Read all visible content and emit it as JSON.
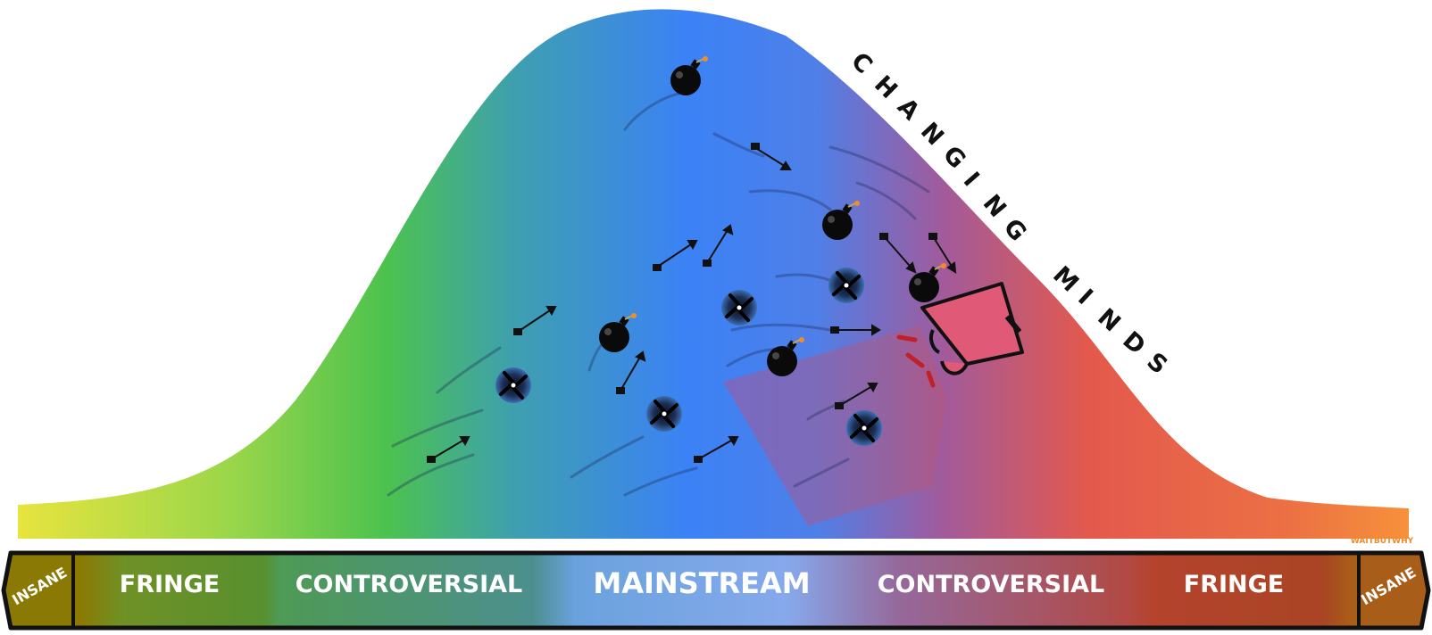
{
  "curve_text": {
    "line1": "CHANGING",
    "line2": "MINDS"
  },
  "watermark": "WAITBUTWHY",
  "spectrum": {
    "segments": [
      {
        "label": "INSANE",
        "color": "#8b7d06"
      },
      {
        "label": "FRINGE",
        "color": "#6b8e23"
      },
      {
        "label": "CONTROVERSIAL",
        "color": "#4f9a63"
      },
      {
        "label": "MAINSTREAM",
        "color": "#78aee6"
      },
      {
        "label": "CONTROVERSIAL",
        "color": "#9a6b91"
      },
      {
        "label": "FRINGE",
        "color": "#b4462f"
      },
      {
        "label": "INSANE",
        "color": "#a8601a"
      }
    ]
  },
  "colors": {
    "left_edge": "#e3e042",
    "green": "#4cc24e",
    "blue": "#3b82f6",
    "red": "#e3594d",
    "right_edge": "#f7943a",
    "megaphone": "#e05a78",
    "outline": "#111111"
  }
}
